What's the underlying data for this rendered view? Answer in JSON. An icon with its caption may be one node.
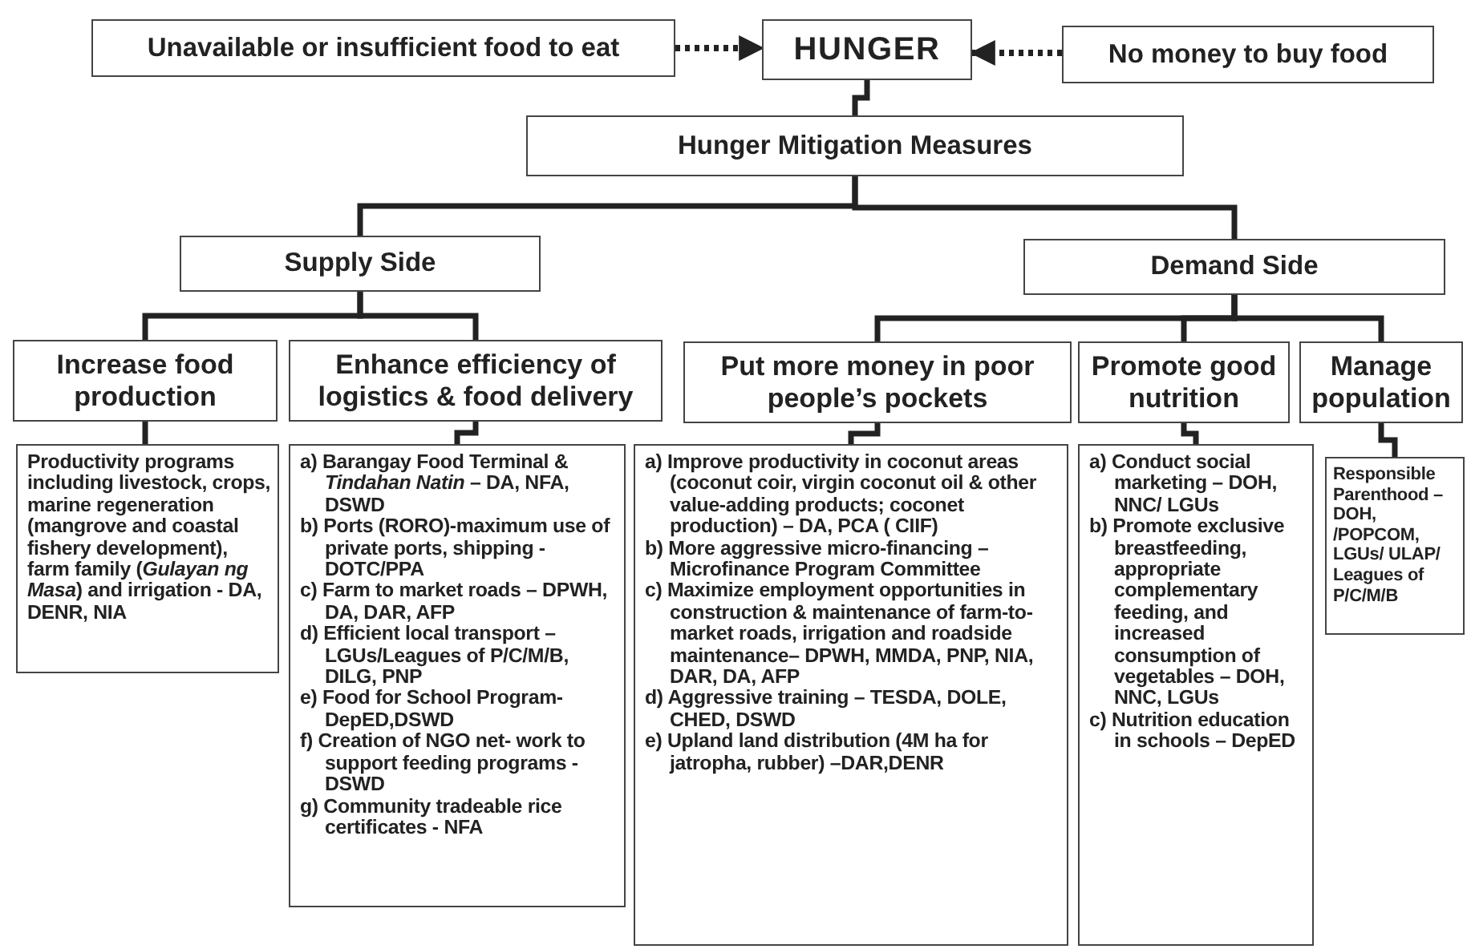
{
  "diagram": {
    "nodes": [
      {
        "text": [
          "Unavailable or insufficient food to eat"
        ]
      },
      {
        "text": [
          "HUNGER"
        ]
      },
      {
        "text": [
          "No money to buy food"
        ]
      },
      {
        "text": [
          "Hunger Mitigation Measures"
        ]
      },
      {
        "text": [
          "Supply Side"
        ]
      },
      {
        "text": [
          "Demand Side"
        ]
      },
      {
        "text": [
          "Increase food production"
        ]
      },
      {
        "text": [
          "Enhance efficiency of logistics & food delivery"
        ]
      },
      {
        "text": [
          "Put more money in poor people’s pockets"
        ]
      },
      {
        "text": [
          "Promote good nutrition"
        ]
      },
      {
        "text": [
          "Manage population"
        ]
      },
      {
        "text": [
          "Productivity programs including livestock, crops, marine regeneration (mangrove and coastal fishery development), farm family (*Gulayan ng Masa*) and irrigation - DA, DENR, NIA"
        ]
      },
      {
        "text": [
          "a) Barangay Food Terminal & *Tindahan Natin* – DA, NFA, DSWD",
          "b) Ports (RORO)-maximum use of private ports, shipping - DOTC/PPA",
          "c) Farm to market roads – DPWH, DA, DAR, AFP",
          "d) Efficient local transport – LGUs/Leagues of P/C/M/B, DILG, PNP",
          "e) Food for School Program- DepED,DSWD",
          "f) Creation of NGO net- work to support feeding programs - DSWD",
          "g) Community tradeable rice certificates - NFA"
        ]
      },
      {
        "text": [
          "a) Improve productivity in coconut areas (coconut coir, virgin coconut oil & other value-adding products; coconet production) – DA, PCA ( CIIF)",
          "b) More aggressive micro-financing – Microfinance Program Committee",
          "c) Maximize employment opportunities in construction & maintenance of farm-to-market roads, irrigation and roadside maintenance– DPWH, MMDA, PNP, NIA, DAR, DA, AFP",
          "d) Aggressive training – TESDA, DOLE, CHED, DSWD",
          "e) Upland land distribution (4M ha for jatropha, rubber) –DAR,DENR"
        ]
      },
      {
        "text": [
          "a) Conduct social marketing – DOH, NNC/ LGUs",
          "b) Promote exclusive breastfeeding, appropriate complementary feeding, and increased consumption of vegetables – DOH, NNC, LGUs",
          "c) Nutrition education in schools – DepED"
        ]
      },
      {
        "text": [
          "Responsible Parenthood – DOH, /POPCOM, LGUs/ ULAP/ Leagues of P/C/M/B"
        ]
      }
    ],
    "edges": [
      {
        "from": 0,
        "to": 1,
        "arrow": "to",
        "style": "dashed"
      },
      {
        "from": 2,
        "to": 1,
        "arrow": "to",
        "style": "dashed"
      },
      {
        "from": 1,
        "to": 3,
        "arrow": "none"
      },
      {
        "from": 3,
        "to": 4,
        "arrow": "none"
      },
      {
        "from": 3,
        "to": 5,
        "arrow": "none"
      },
      {
        "from": 4,
        "to": 6,
        "arrow": "none"
      },
      {
        "from": 4,
        "to": 7,
        "arrow": "none"
      },
      {
        "from": 5,
        "to": 8,
        "arrow": "none"
      },
      {
        "from": 5,
        "to": 9,
        "arrow": "none"
      },
      {
        "from": 5,
        "to": 10,
        "arrow": "none"
      },
      {
        "from": 6,
        "to": 11,
        "arrow": "none"
      },
      {
        "from": 7,
        "to": 12,
        "arrow": "none"
      },
      {
        "from": 8,
        "to": 13,
        "arrow": "none"
      },
      {
        "from": 9,
        "to": 14,
        "arrow": "none"
      },
      {
        "from": 10,
        "to": 15,
        "arrow": "none"
      }
    ]
  }
}
